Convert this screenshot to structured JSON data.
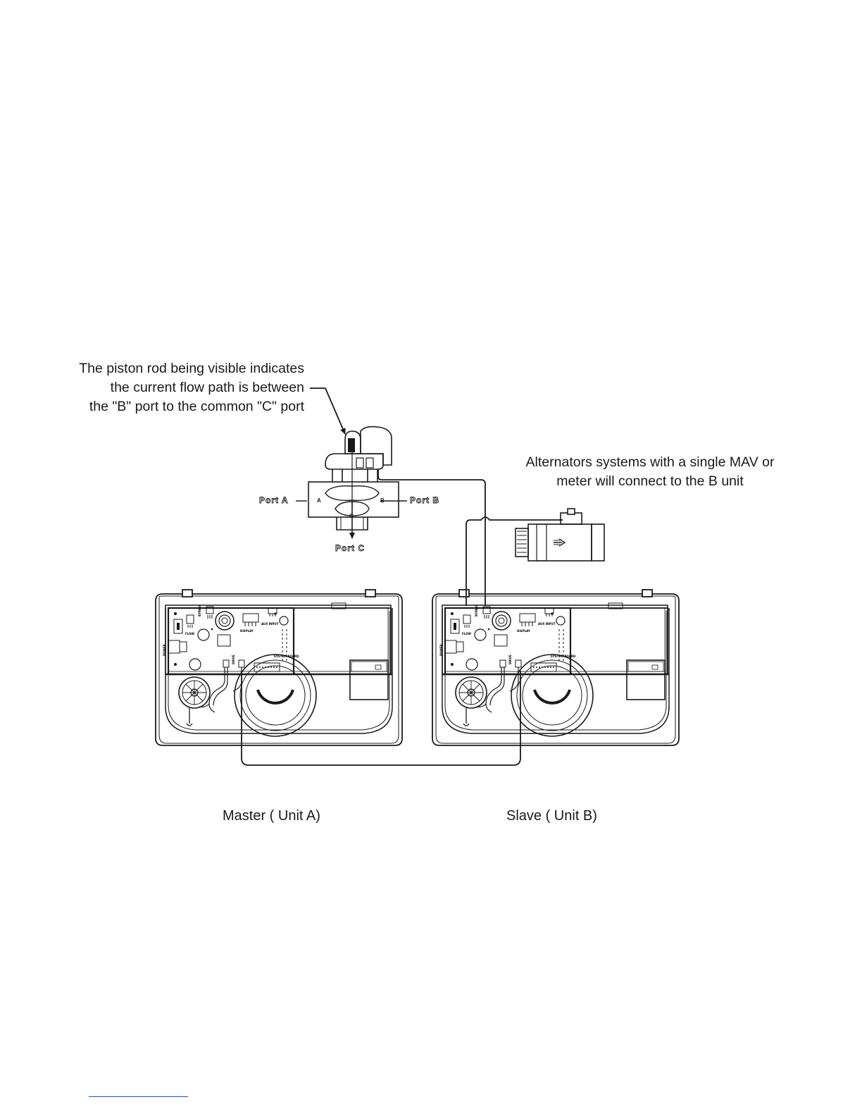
{
  "annotations": {
    "piston_note": [
      "The piston rod being visible indicates",
      "the current flow path is between",
      "the \"B\" port to the common \"C\" port"
    ],
    "alternator_note": [
      "Alternators systems with a single MAV or",
      "meter will connect to the B unit"
    ]
  },
  "valve": {
    "port_a_label": "Port A",
    "port_b_label": "Port B",
    "port_c_label": "Port C",
    "inner_letters": {
      "a": "A",
      "b": "B",
      "c": "C"
    }
  },
  "units": {
    "master_label": "Master ( Unit A)",
    "slave_label": "Slave ( Unit B)"
  },
  "pcb_labels": {
    "flow": "FLOW",
    "bypass": "BYPASS",
    "power": "POWER",
    "display": "DISPLAY",
    "aux_input": "AUX INPUT",
    "system_board": "SYSTEM BOARD",
    "drive": "DRIVE"
  },
  "colors": {
    "line": "#1a1a1a",
    "footer_rule": "#2b4fb0"
  }
}
